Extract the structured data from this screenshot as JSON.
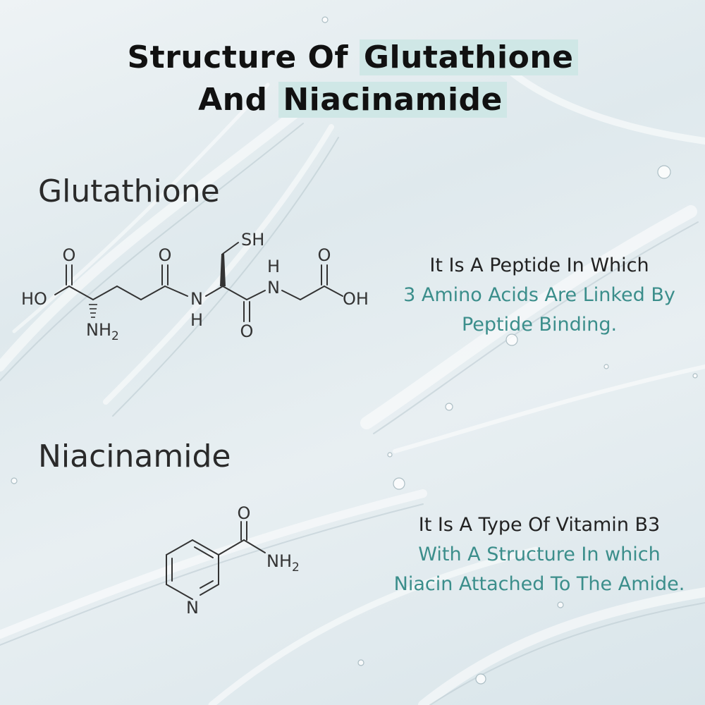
{
  "heading": {
    "line1_pre": "Structure Of ",
    "line1_hl": "Glutathione",
    "line2_pre": "And ",
    "line2_hl": "Niacinamide"
  },
  "glutathione": {
    "label": "Glutathione",
    "atoms": {
      "o1": "O",
      "ho": "HO",
      "nh2": "NH",
      "nh2_sub": "2",
      "o2": "O",
      "n1": "N",
      "h1": "H",
      "sh": "SH",
      "h2": "H",
      "n2": "N",
      "o3": "O",
      "o4": "O",
      "oh": "OH"
    },
    "desc_line1": "It Is A Peptide In Which",
    "desc_line2": "3 Amino Acids Are Linked By",
    "desc_line3": "Peptide Binding."
  },
  "niacinamide": {
    "label": "Niacinamide",
    "atoms": {
      "o": "O",
      "nh2": "NH",
      "nh2_sub": "2",
      "n": "N"
    },
    "desc_line1": "It Is A Type Of Vitamin B3",
    "desc_line2": "With A Structure In which",
    "desc_line3": "Niacin Attached To The Amide."
  },
  "colors": {
    "accent": "#3b8e8b",
    "highlight": "#cfe7e6",
    "text": "#222222"
  }
}
